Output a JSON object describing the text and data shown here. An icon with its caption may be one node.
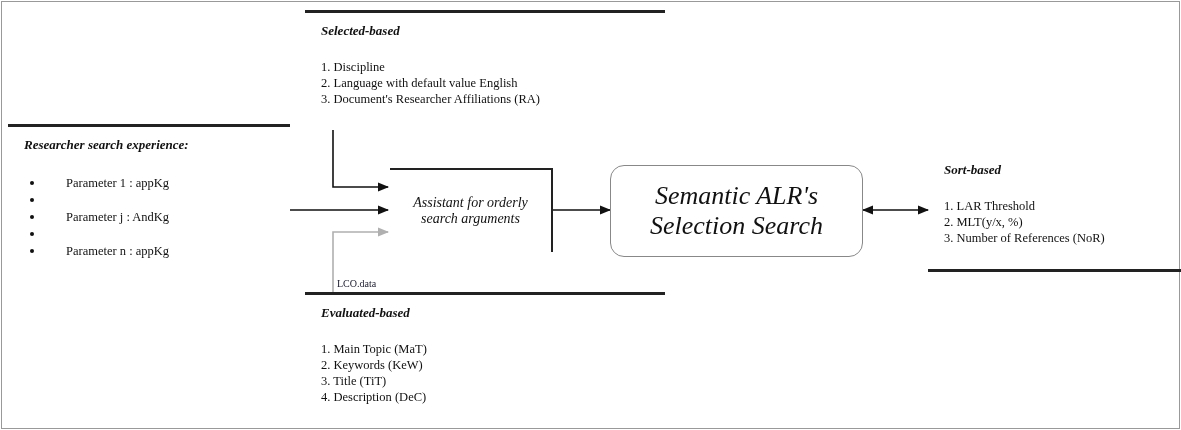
{
  "diagram": {
    "nodes": [
      {
        "text": [
          "Selected-based",
          "1. Discipline",
          "2. Language with default value English",
          "3. Document's Researcher Affiliations (RA)"
        ]
      },
      {
        "text": [
          "Researcher search experience:",
          "Parameter 1 : appKg",
          "Parameter j : AndKg",
          "Parameter n : appKg"
        ]
      },
      {
        "text": [
          "Assistant for orderly search arguments"
        ]
      },
      {
        "text": [
          "Semantic ALR's Selection Search"
        ]
      },
      {
        "text": [
          "Sort-based",
          "1. LAR Threshold",
          "2. MLT(y/x, %)",
          "3. Number of References (NoR)"
        ]
      },
      {
        "text": [
          "Evaluated-based",
          "1. Main Topic (MaT)",
          "2. Keywords (KeW)",
          "3. Title (TiT)",
          "4. Description (DeC)"
        ]
      }
    ],
    "edges": [
      {
        "from": 0,
        "to": 2,
        "arrow": "to"
      },
      {
        "from": 1,
        "to": 2,
        "arrow": "to"
      },
      {
        "from": 5,
        "to": 2,
        "arrow": "to",
        "color": "#b0b0b0"
      },
      {
        "from": 2,
        "to": 3,
        "arrow": "to"
      },
      {
        "from": 3,
        "to": 4,
        "arrow": "both"
      }
    ],
    "labels": [
      "LCO.data"
    ]
  }
}
